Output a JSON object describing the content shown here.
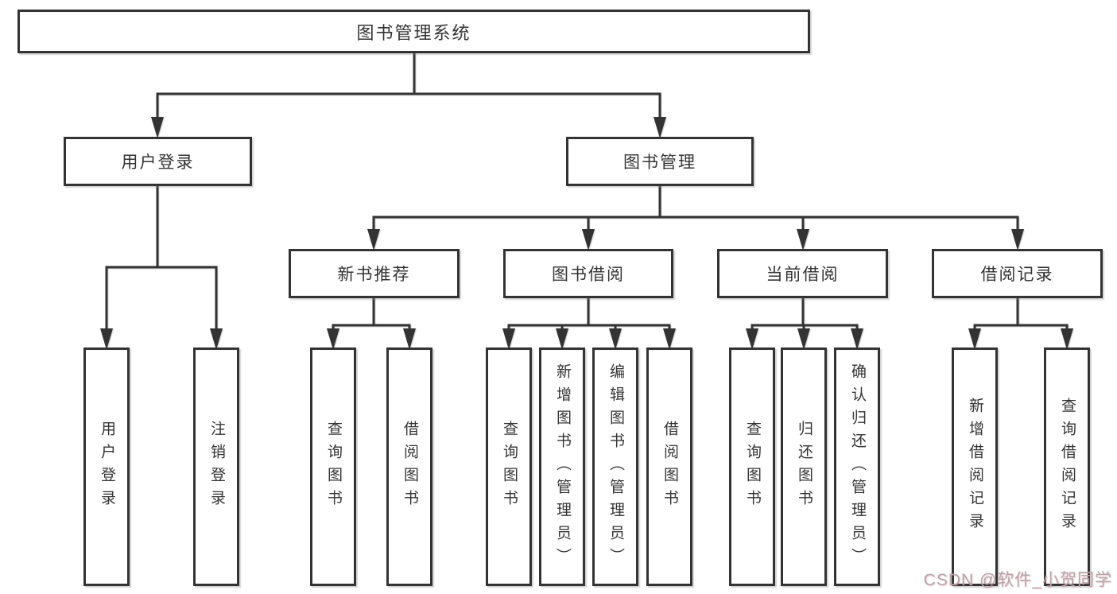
{
  "diagram": {
    "root": "图书管理系统",
    "level1": [
      {
        "label": "用户登录"
      },
      {
        "label": "图书管理"
      }
    ],
    "level2": [
      {
        "label": "新书推荐"
      },
      {
        "label": "图书借阅"
      },
      {
        "label": "当前借阅"
      },
      {
        "label": "借阅记录"
      }
    ],
    "leaves": {
      "user_login": [
        "用户登录",
        "注销登录"
      ],
      "new_book": [
        "查询图书",
        "借阅图书"
      ],
      "borrow": [
        "查询图书",
        "新增图书（管理员）",
        "编辑图书（管理员）",
        "借阅图书"
      ],
      "current": [
        "查询图书",
        "归还图书",
        "确认归还（管理员）"
      ],
      "records": [
        "新增借阅记录",
        "查询借阅记录"
      ]
    }
  },
  "watermark": "CSDN @软件_小贺同学",
  "colors": {
    "line": "#333333",
    "text": "#333333",
    "background": "#ffffff",
    "watermark_gray": "#b3a9ab",
    "watermark_pink": "#e77993"
  }
}
